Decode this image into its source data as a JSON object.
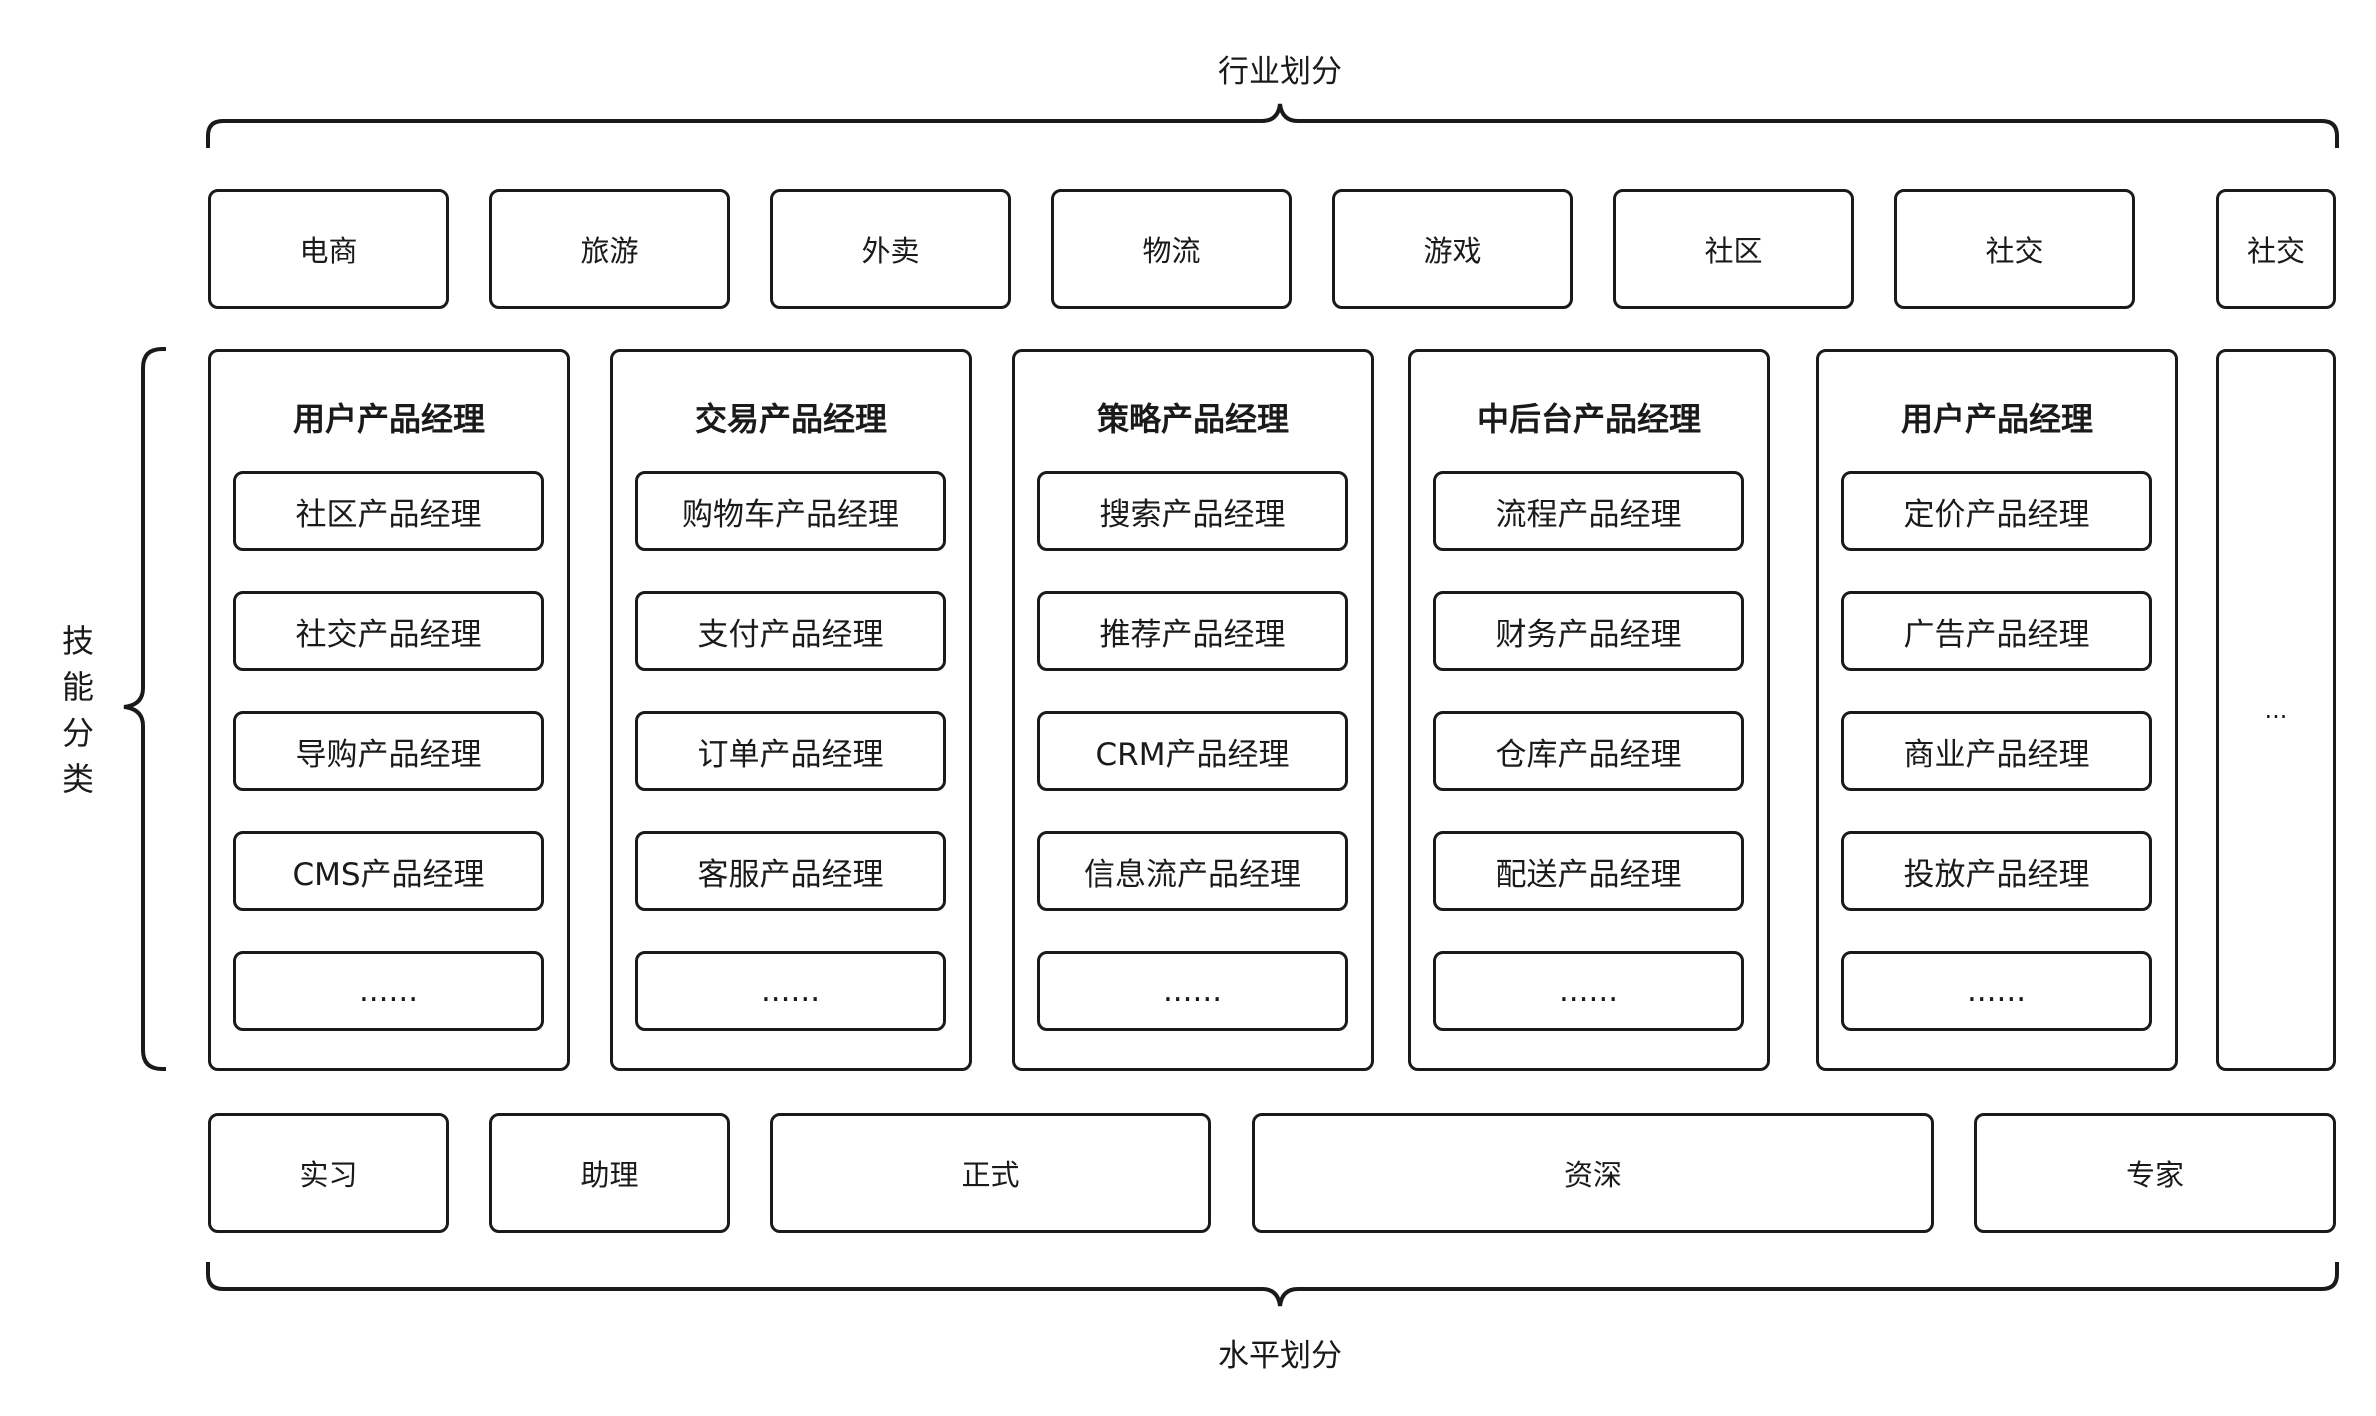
{
  "industry_label": "行业划分",
  "industries": [
    "电商",
    "旅游",
    "外卖",
    "物流",
    "游戏",
    "社区",
    "社交"
  ],
  "industry_extra": "社交",
  "skill_label": [
    "技",
    "能",
    "分",
    "类"
  ],
  "columns": [
    {
      "title": "用户产品经理",
      "items": [
        "社区产品经理",
        "社交产品经理",
        "导购产品经理",
        "CMS产品经理",
        "......"
      ]
    },
    {
      "title": "交易产品经理",
      "items": [
        "购物车产品经理",
        "支付产品经理",
        "订单产品经理",
        "客服产品经理",
        "......"
      ]
    },
    {
      "title": "策略产品经理",
      "items": [
        "搜索产品经理",
        "推荐产品经理",
        "CRM产品经理",
        "信息流产品经理",
        "......"
      ]
    },
    {
      "title": "中后台产品经理",
      "items": [
        "流程产品经理",
        "财务产品经理",
        "仓库产品经理",
        "配送产品经理",
        "......"
      ]
    },
    {
      "title": "用户产品经理",
      "items": [
        "定价产品经理",
        "广告产品经理",
        "商业产品经理",
        "投放产品经理",
        "......"
      ]
    }
  ],
  "column_extra": "...",
  "levels": [
    "实习",
    "助理",
    "正式",
    "资深",
    "专家"
  ],
  "horizontal_label": "水平划分"
}
